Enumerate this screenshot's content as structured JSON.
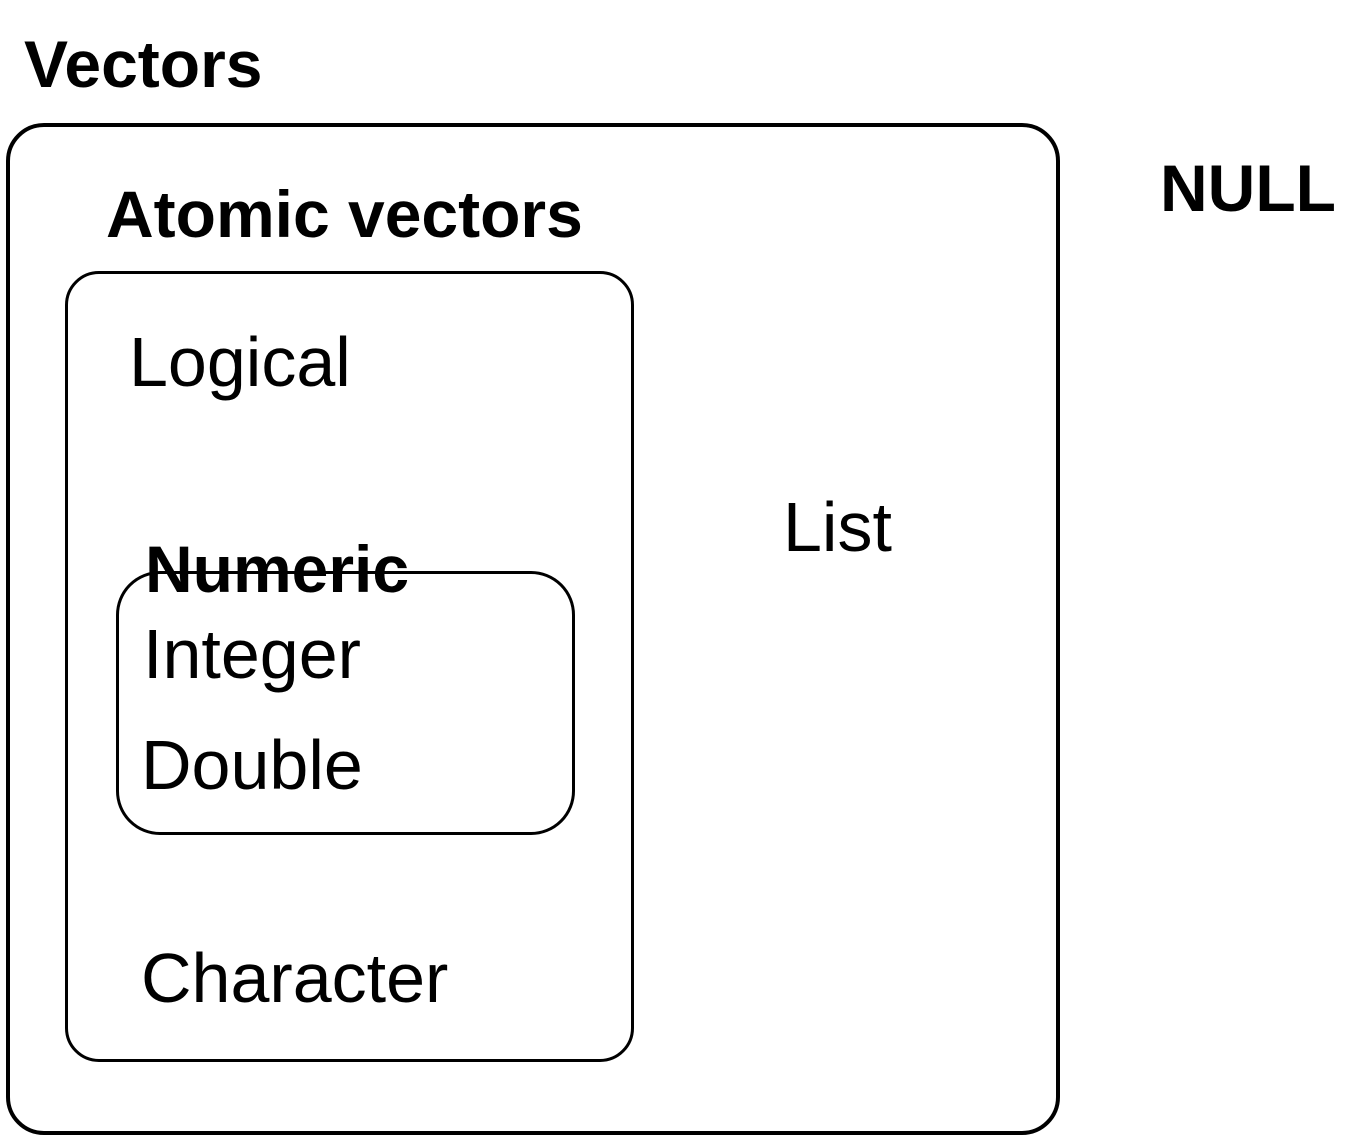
{
  "diagram": {
    "title": "Vectors",
    "outside": {
      "null_label": "NULL"
    },
    "vectors": {
      "atomic": {
        "label": "Atomic vectors",
        "logical": "Logical",
        "numeric": {
          "label": "Numeric",
          "integer": "Integer",
          "double": "Double"
        },
        "character": "Character"
      },
      "list": "List"
    },
    "colors": {
      "background": "#ffffff",
      "stroke": "#000000",
      "text": "#000000"
    }
  }
}
